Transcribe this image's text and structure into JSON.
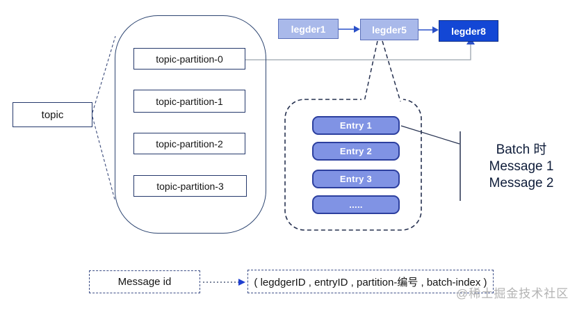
{
  "diagram": {
    "topic": {
      "label": "topic"
    },
    "partitions": [
      {
        "label": "topic-partition-0"
      },
      {
        "label": "topic-partition-1"
      },
      {
        "label": "topic-partition-2"
      },
      {
        "label": "topic-partition-3"
      }
    ],
    "ledgers": [
      {
        "label": "legder1"
      },
      {
        "label": "legder5"
      },
      {
        "label": "legder8"
      }
    ],
    "entries": [
      {
        "label": "Entry 1"
      },
      {
        "label": "Entry 2"
      },
      {
        "label": "Entry 3"
      },
      {
        "label": "....."
      }
    ],
    "batch_note": {
      "lines": [
        "Batch 时",
        "Message 1",
        "Message 2"
      ]
    },
    "message_id": {
      "label": "Message id"
    },
    "message_tuple": {
      "label": "( legdgerID , entryID , partition-编号 , batch-index )"
    },
    "watermark": "@稀土掘金技术社区",
    "colors": {
      "accent_blue": "#2a50c8",
      "ledger_light_fill": "#a9b9ea",
      "ledger_light_border": "#5a6fb8",
      "ledger_dark_fill": "#1347d5",
      "ledger_dark_border": "#0c2d86",
      "entry_fill": "#8093e4",
      "entry_border": "#2c3f9e",
      "navy_border": "#24386b",
      "connector_gray": "#9aa3ad",
      "watermark_gray": "#b3b3b3"
    }
  }
}
